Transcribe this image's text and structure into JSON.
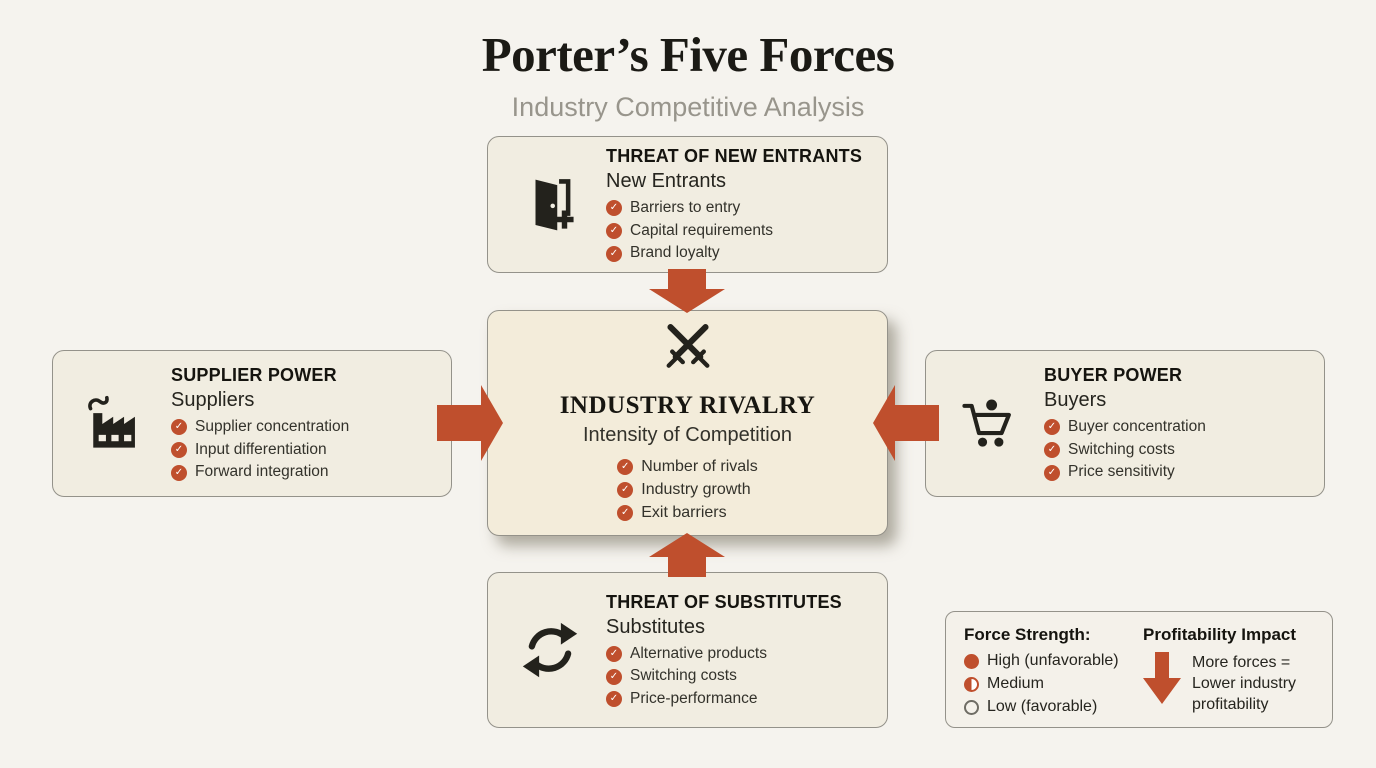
{
  "header": {
    "title": "Porter’s Five Forces",
    "subtitle": "Industry Competitive Analysis"
  },
  "forces": {
    "new_entrants": {
      "heading": "THREAT OF NEW ENTRANTS",
      "subheading": "New Entrants",
      "icon": "door-icon",
      "bullets": [
        "Barriers to entry",
        "Capital requirements",
        "Brand loyalty"
      ]
    },
    "suppliers": {
      "heading": "SUPPLIER POWER",
      "subheading": "Suppliers",
      "icon": "factory-icon",
      "bullets": [
        "Supplier concentration",
        "Input differentiation",
        "Forward integration"
      ]
    },
    "rivalry": {
      "heading": "INDUSTRY RIVALRY",
      "subheading": "Intensity of Competition",
      "icon": "crossed-swords-icon",
      "bullets": [
        "Number of rivals",
        "Industry growth",
        "Exit barriers"
      ]
    },
    "buyers": {
      "heading": "BUYER POWER",
      "subheading": "Buyers",
      "icon": "shopping-cart-icon",
      "bullets": [
        "Buyer concentration",
        "Switching costs",
        "Price sensitivity"
      ]
    },
    "substitutes": {
      "heading": "THREAT OF SUBSTITUTES",
      "subheading": "Substitutes",
      "icon": "cycle-arrows-icon",
      "bullets": [
        "Alternative products",
        "Switching costs",
        "Price-performance"
      ]
    }
  },
  "legend": {
    "force_strength": {
      "heading": "Force Strength:",
      "items": [
        {
          "label": "High (unfavorable)",
          "level": "high",
          "marker": "filled-circle"
        },
        {
          "label": "Medium",
          "level": "medium",
          "marker": "half-filled-circle"
        },
        {
          "label": "Low (favorable)",
          "level": "low",
          "marker": "outline-circle"
        }
      ]
    },
    "profitability": {
      "heading": "Profitability Impact",
      "icon": "down-arrow-icon",
      "text": "More forces = Lower industry profitability"
    }
  },
  "icons": {
    "bullet_marker": "check-icon",
    "force_arrows": [
      "down-arrow-icon",
      "right-arrow-icon",
      "left-arrow-icon",
      "up-arrow-icon"
    ]
  },
  "colors": {
    "accent": "#bf4f2d",
    "page_bg": "#f5f3ee",
    "box_bg": "#f1ede1",
    "center_bg": "#f3ecda",
    "legend_bg": "#f4f1ea",
    "box_border": "#94928a",
    "icon_color": "#23221c",
    "title_color": "#1b1a15",
    "subtitle_color": "#98958c"
  }
}
